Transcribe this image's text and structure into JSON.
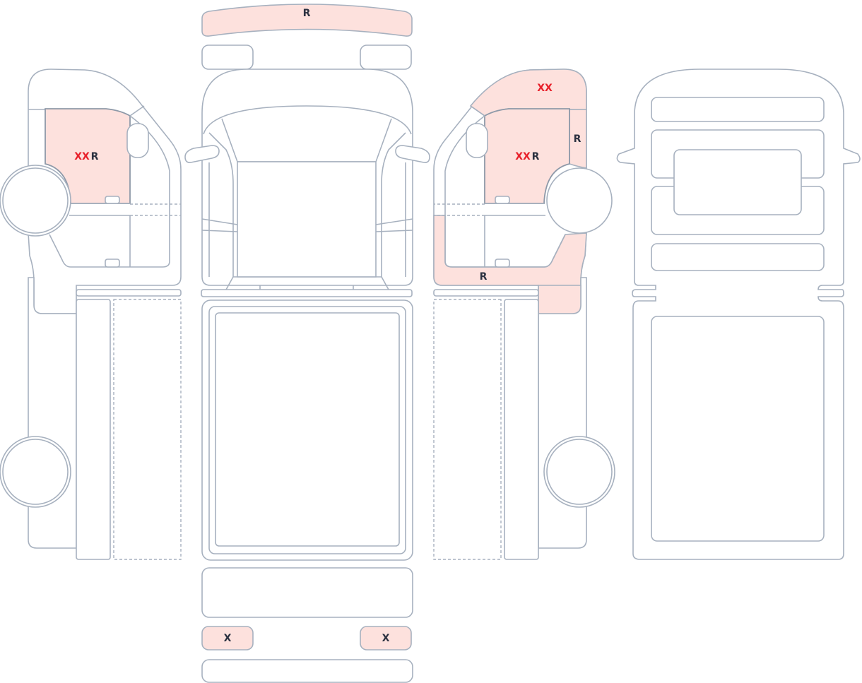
{
  "colors": {
    "damage_fill": "#fde1dd",
    "outline": "#a7b1bf",
    "severe_mark": "#e8202a",
    "mark_text": "#2b3140"
  },
  "views": {
    "left_side": {
      "front_door": {
        "severe": "XX",
        "code": "R"
      }
    },
    "front": {
      "windshield_top": {
        "code": "R"
      },
      "left_light": {
        "code": "X"
      },
      "right_light": {
        "code": "X"
      }
    },
    "right_side": {
      "roof_front": {
        "severe": "XX"
      },
      "front_door": {
        "severe": "XX",
        "code": "R"
      },
      "b_pillar": {
        "code": "R"
      },
      "rocker_panel": {
        "code": "R"
      }
    },
    "rear": {}
  }
}
